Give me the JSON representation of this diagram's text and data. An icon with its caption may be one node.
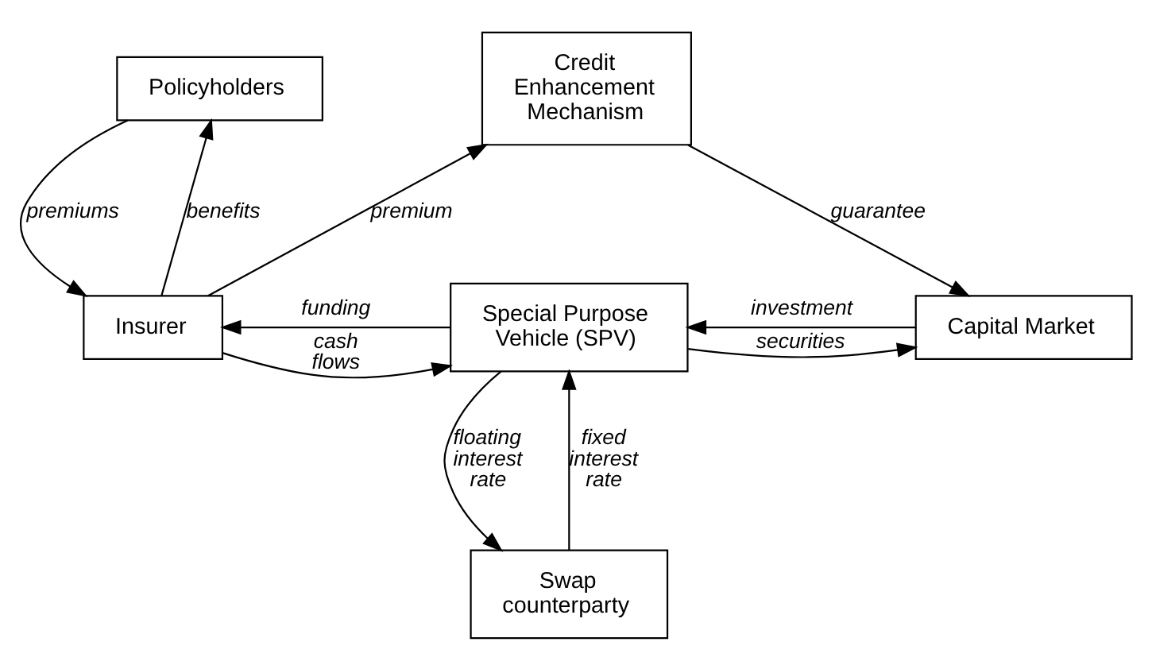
{
  "diagram": {
    "nodes": [
      {
        "text": [
          "Policyholders"
        ]
      },
      {
        "text": [
          "Credit Enhancement Mechanism"
        ]
      },
      {
        "text": [
          "Insurer"
        ]
      },
      {
        "text": [
          "Special Purpose Vehicle (SPV)"
        ]
      },
      {
        "text": [
          "Capital Market"
        ]
      },
      {
        "text": [
          "Swap counterparty"
        ]
      }
    ],
    "edges": [
      {
        "from": 0,
        "to": 2,
        "arrow": "to",
        "label": "premiums"
      },
      {
        "from": 2,
        "to": 0,
        "arrow": "to",
        "label": "benefits"
      },
      {
        "from": 2,
        "to": 1,
        "arrow": "to",
        "label": "premium"
      },
      {
        "from": 1,
        "to": 4,
        "arrow": "to",
        "label": "guarantee"
      },
      {
        "from": 3,
        "to": 2,
        "arrow": "to",
        "label": "funding"
      },
      {
        "from": 2,
        "to": 3,
        "arrow": "to",
        "label": "cash flows"
      },
      {
        "from": 4,
        "to": 3,
        "arrow": "to",
        "label": "investment"
      },
      {
        "from": 3,
        "to": 4,
        "arrow": "to",
        "label": "securities"
      },
      {
        "from": 3,
        "to": 5,
        "arrow": "to",
        "label": "floating interest rate"
      },
      {
        "from": 5,
        "to": 3,
        "arrow": "to",
        "label": "fixed interest rate"
      }
    ]
  }
}
